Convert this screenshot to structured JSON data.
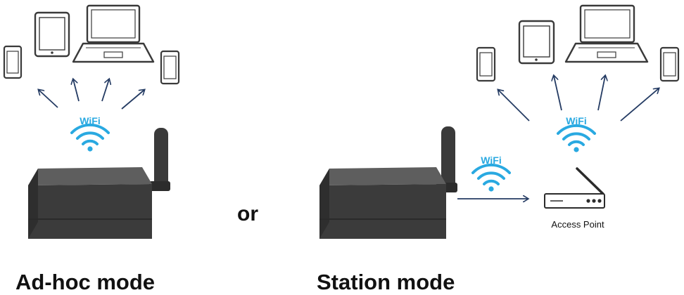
{
  "colors": {
    "wifi": "#29a9e1",
    "arrow": "#243b63",
    "device_outline": "#3a3a3a",
    "box_front": "#3b3b3b",
    "box_top": "#5e5e5e",
    "text": "#111111"
  },
  "icons": {
    "device": "mobile-device-icon",
    "wifi": "wifi-signal-icon",
    "router": "access-point-router-icon",
    "gateway": "gateway-box-icon"
  },
  "left_panel": {
    "title": "Ad-hoc mode",
    "wifi_label": "WiFi"
  },
  "separator": "or",
  "right_panel": {
    "title": "Station mode",
    "wifi_label_device": "WiFi",
    "wifi_label_ap": "WiFi",
    "access_point_label": "Access Point"
  }
}
